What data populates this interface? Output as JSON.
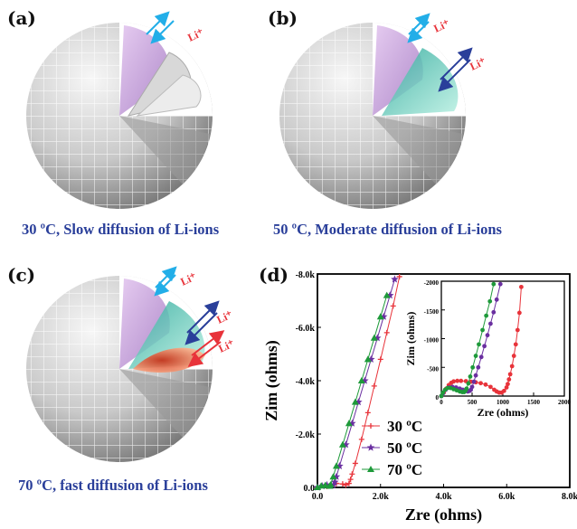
{
  "panels": {
    "a": {
      "label": "(a)",
      "caption": "30 ºC, Slow diffusion of Li-ions",
      "ion": "Li⁺"
    },
    "b": {
      "label": "(b)",
      "caption": "50 ºC, Moderate diffusion of Li-ions",
      "ion": "Li⁺"
    },
    "c": {
      "label": "(c)",
      "caption": "70 ºC, fast diffusion of Li-ions",
      "ion": "Li⁺"
    },
    "d": {
      "label": "(d)"
    }
  },
  "colors": {
    "caption": "#2a3f9a",
    "s30": "#e8333a",
    "s50": "#6a2fa0",
    "s70": "#1e9a3a",
    "lilac": "#c79ad8",
    "teal": "#3cc7a8",
    "orange": "#f05020",
    "arrow_cyan": "#22aee8",
    "arrow_blue": "#2a3f9a"
  },
  "chart_data": [
    {
      "type": "line",
      "xlabel": "Zre (ohms)",
      "ylabel": "Zim (ohms)",
      "xlim": [
        0,
        8000
      ],
      "ylim": [
        -8000,
        0
      ],
      "xticks": [
        "0.0",
        "2.0k",
        "4.0k",
        "6.0k",
        "8.0k"
      ],
      "yticks": [
        "0.0",
        "-2.0k",
        "-4.0k",
        "-6.0k",
        "-8.0k"
      ],
      "legend_placement": "bottom-left",
      "series": [
        {
          "name": "30 ºC",
          "marker": "+",
          "x": [
            0,
            300,
            600,
            800,
            900,
            1000,
            1050,
            1100,
            1200,
            1400,
            1600,
            1800,
            2000,
            2200,
            2400,
            2600
          ],
          "y": [
            0,
            -40,
            -150,
            -130,
            -90,
            -150,
            -300,
            -500,
            -900,
            -1800,
            -2800,
            -3800,
            -4800,
            -5800,
            -6800,
            -7900
          ]
        },
        {
          "name": "50 ºC",
          "marker": "star",
          "x": [
            0,
            150,
            300,
            420,
            500,
            550,
            600,
            700,
            900,
            1100,
            1300,
            1500,
            1700,
            1900,
            2100,
            2300,
            2450
          ],
          "y": [
            0,
            -50,
            -90,
            -60,
            -80,
            -200,
            -400,
            -800,
            -1600,
            -2400,
            -3200,
            -4000,
            -4800,
            -5600,
            -6400,
            -7200,
            -7800
          ]
        },
        {
          "name": "70 ºC",
          "marker": "triangle",
          "x": [
            0,
            120,
            250,
            380,
            420,
            500,
            600,
            800,
            1000,
            1200,
            1400,
            1600,
            1800,
            2000,
            2200
          ],
          "y": [
            0,
            -60,
            -80,
            -50,
            -100,
            -400,
            -800,
            -1600,
            -2400,
            -3200,
            -4000,
            -4800,
            -5600,
            -6400,
            -7200
          ]
        }
      ]
    },
    {
      "type": "line",
      "inset": true,
      "xlabel": "Zre (ohms)",
      "ylabel": "Zim (ohms)",
      "xlim": [
        0,
        2000
      ],
      "ylim": [
        -2000,
        0
      ],
      "xticks": [
        "0",
        "500",
        "1000",
        "1500",
        "2000"
      ],
      "yticks": [
        "0",
        "-500",
        "-1000",
        "-1500",
        "-2000"
      ],
      "series": [
        {
          "name": "30 ºC",
          "x": [
            0,
            40,
            80,
            120,
            160,
            200,
            260,
            320,
            400,
            480,
            560,
            640,
            720,
            800,
            860,
            900,
            940,
            980,
            1020,
            1060,
            1080,
            1100,
            1120,
            1150,
            1180,
            1210,
            1240,
            1270,
            1300
          ],
          "y": [
            0,
            -60,
            -130,
            -190,
            -230,
            -255,
            -265,
            -265,
            -260,
            -250,
            -240,
            -225,
            -200,
            -160,
            -110,
            -80,
            -60,
            -60,
            -90,
            -150,
            -210,
            -290,
            -380,
            -520,
            -700,
            -900,
            -1150,
            -1450,
            -1900
          ]
        },
        {
          "name": "50 ºC",
          "x": [
            0,
            30,
            70,
            120,
            180,
            240,
            300,
            350,
            400,
            430,
            460,
            480,
            500,
            530,
            560,
            600,
            650,
            700,
            750,
            800,
            850,
            900,
            960
          ],
          "y": [
            0,
            -50,
            -110,
            -150,
            -160,
            -150,
            -130,
            -110,
            -90,
            -80,
            -90,
            -110,
            -160,
            -250,
            -360,
            -500,
            -680,
            -870,
            -1060,
            -1260,
            -1460,
            -1680,
            -1950
          ]
        },
        {
          "name": "70 ºC",
          "x": [
            0,
            25,
            60,
            100,
            150,
            200,
            250,
            300,
            340,
            370,
            390,
            410,
            440,
            470,
            510,
            560,
            610,
            670,
            730,
            790,
            850
          ],
          "y": [
            0,
            -60,
            -110,
            -140,
            -140,
            -120,
            -100,
            -80,
            -70,
            -70,
            -90,
            -130,
            -220,
            -340,
            -500,
            -700,
            -900,
            -1150,
            -1400,
            -1650,
            -1950
          ]
        }
      ]
    }
  ]
}
